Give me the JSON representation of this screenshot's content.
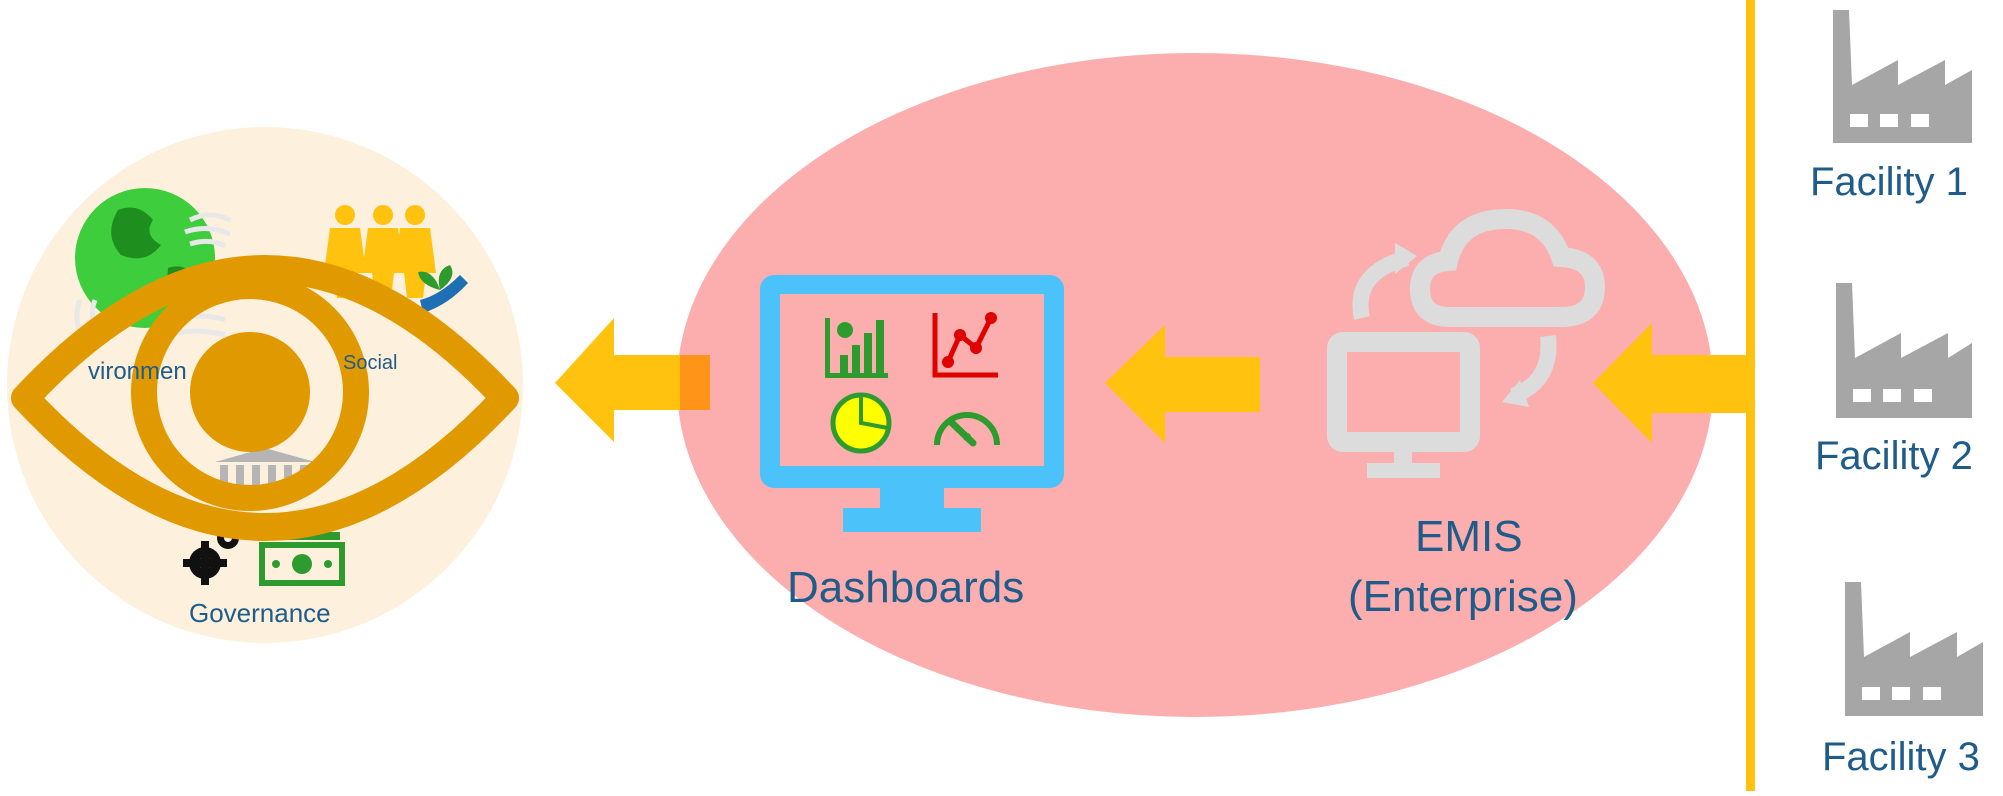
{
  "colors": {
    "background": "#ffffff",
    "lens_circle": "#fdf0dc",
    "central_ellipse": "#fcaeae",
    "arrow": "#ffc20e",
    "eye": "#e09a00",
    "monitor": "#4bc3fa",
    "emis_gray": "#dcdcdc",
    "factory_gray": "#a6a6a6",
    "divider": "#ffc20e",
    "label_text": "#1f5c8a",
    "environment_green": "#3dcd3d",
    "social_yellow": "#ffc20e",
    "governance_green": "#2e9b2e"
  },
  "esg": {
    "environment_label": "vironmen",
    "social_label": "Social",
    "governance_label": "Governance"
  },
  "dashboards": {
    "label": "Dashboards",
    "icons": [
      "bar-chart-icon",
      "line-chart-icon",
      "pie-chart-icon",
      "gauge-icon"
    ]
  },
  "emis": {
    "label_line1": "EMIS",
    "label_line2": "(Enterprise)"
  },
  "facilities": [
    {
      "label": "Facility 1"
    },
    {
      "label": "Facility 2"
    },
    {
      "label": "Facility 3"
    }
  ]
}
